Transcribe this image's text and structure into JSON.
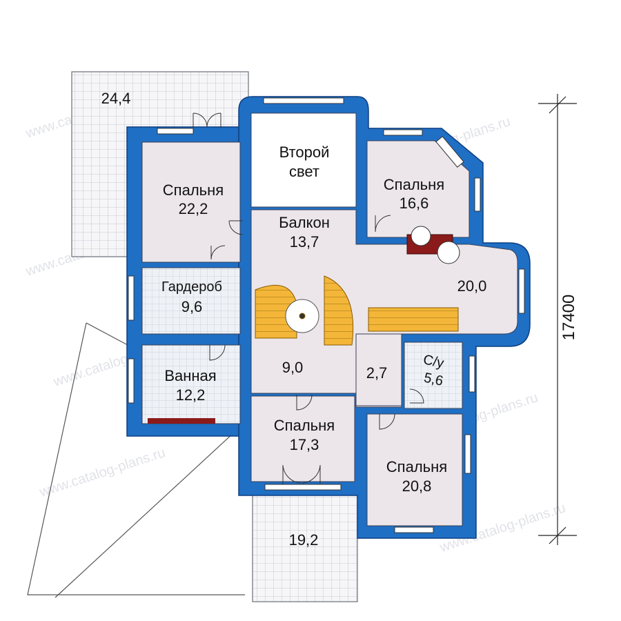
{
  "colors": {
    "wall": "#1f6fc4",
    "wall_edge": "#0d3f82",
    "room": "#ece6ea",
    "wet_room": "#e8ecf2",
    "terrace": "#f4f4f6",
    "grid": "#b9bcc8",
    "stairs": "#f0b429",
    "stairs_line": "#8a5a00",
    "furnace": "#8b1a1a"
  },
  "rooms": {
    "terrace_top": {
      "area": "24,4"
    },
    "second_light": {
      "name_line1": "Второй",
      "name_line2": "свет"
    },
    "bedroom_nw": {
      "name": "Спальня",
      "area": "22,2"
    },
    "bedroom_ne": {
      "name": "Спальня",
      "area": "16,6"
    },
    "balcony": {
      "name": "Балкон",
      "area": "13,7"
    },
    "hall_east": {
      "area": "20,0"
    },
    "wardrobe": {
      "name": "Гардероб",
      "area": "9,6"
    },
    "bathroom": {
      "name": "Ванная",
      "area": "12,2"
    },
    "hall_center": {
      "area": "9,0"
    },
    "corridor": {
      "area": "2,7"
    },
    "wc": {
      "name": "С/у",
      "area": "5,6"
    },
    "bedroom_s": {
      "name": "Спальня",
      "area": "17,3"
    },
    "bedroom_se": {
      "name": "Спальня",
      "area": "20,8"
    },
    "terrace_bottom": {
      "area": "19,2"
    }
  },
  "dimension": {
    "label": "17400"
  }
}
